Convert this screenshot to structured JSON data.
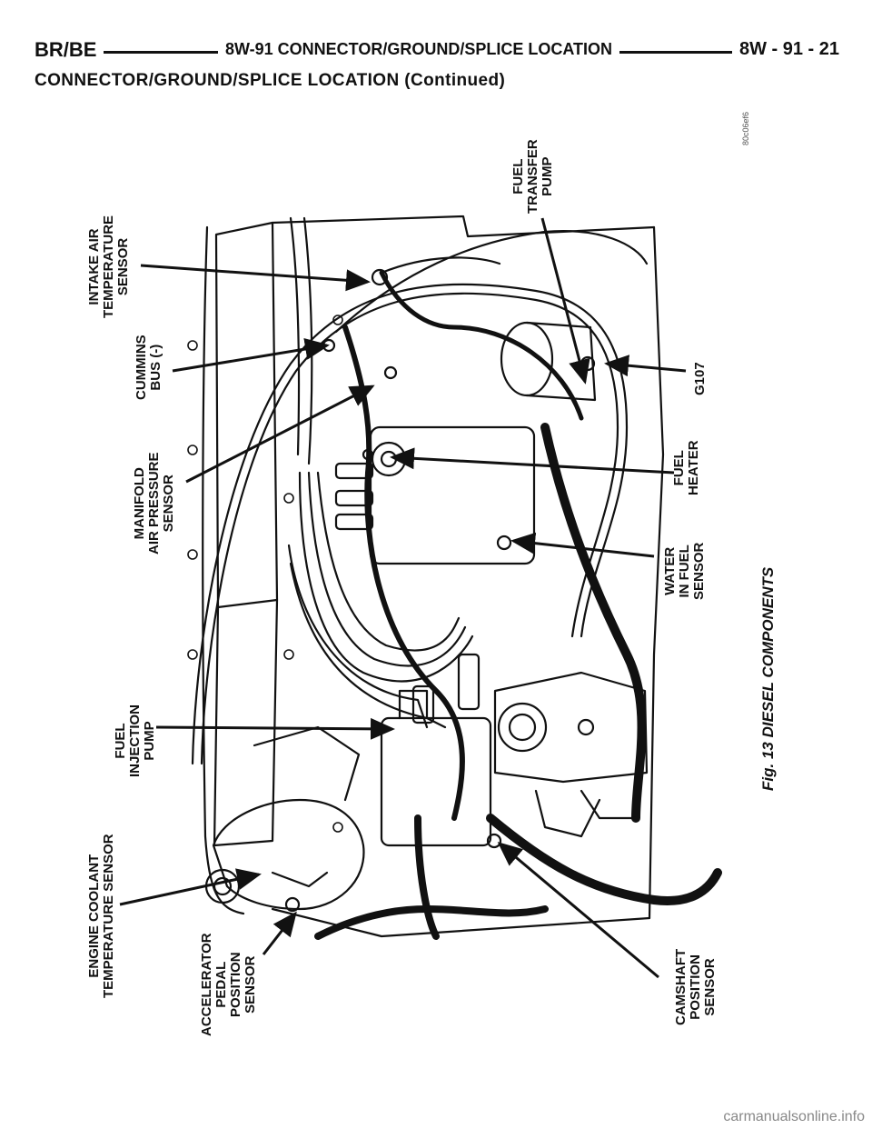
{
  "header": {
    "left": "BR/BE",
    "center": "8W-91 CONNECTOR/GROUND/SPLICE LOCATION",
    "right": "8W - 91 - 21"
  },
  "subtitle": "CONNECTOR/GROUND/SPLICE LOCATION (Continued)",
  "figure": {
    "code": "80c06ef6",
    "caption": "Fig. 13 DIESEL COMPONENTS",
    "labels": {
      "intake_air_temperature_sensor": [
        "INTAKE AIR",
        "TEMPERATURE",
        "SENSOR"
      ],
      "cummins_bus": [
        "CUMMINS",
        "BUS (-)"
      ],
      "manifold_air_pressure_sensor": [
        "MANIFOLD",
        "AIR PRESSURE",
        "SENSOR"
      ],
      "fuel_injection_pump": [
        "FUEL",
        "INJECTION",
        "PUMP"
      ],
      "engine_coolant_temperature_sensor": [
        "ENGINE COOLANT",
        "TEMPERATURE SENSOR"
      ],
      "accelerator_pedal_position_sensor": [
        "ACCELERATOR",
        "PEDAL",
        "POSITION",
        "SENSOR"
      ],
      "fuel_transfer_pump": [
        "FUEL",
        "TRANSFER",
        "PUMP"
      ],
      "g107": [
        "G107"
      ],
      "fuel_heater": [
        "FUEL",
        "HEATER"
      ],
      "water_in_fuel_sensor": [
        "WATER",
        "IN FUEL",
        "SENSOR"
      ],
      "camshaft_position_sensor": [
        "CAMSHAFT",
        "POSITION",
        "SENSOR"
      ]
    }
  },
  "watermark": "carmanualsonline.info"
}
